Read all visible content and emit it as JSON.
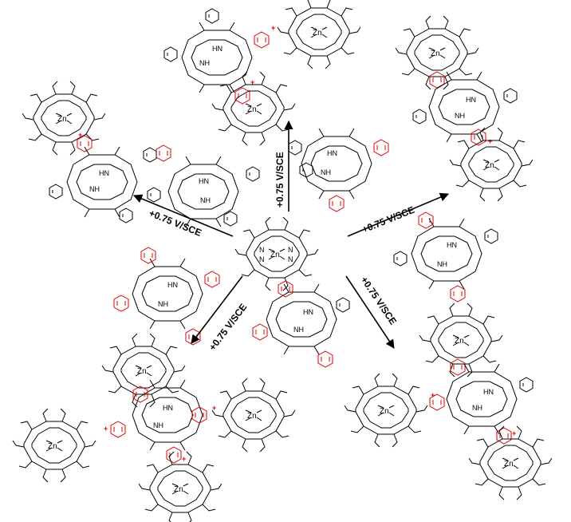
{
  "labels": {
    "zn": "Zn",
    "n": "N",
    "hn": "HN",
    "nh": "NH",
    "plus": "+"
  },
  "arrows": [
    {
      "id": "up",
      "label": "+0.75 V/SCE"
    },
    {
      "id": "upper-left",
      "label": "+0.75 V/SCE"
    },
    {
      "id": "upper-right",
      "label": "+0.75 V/SCE"
    },
    {
      "id": "lower-left",
      "label": "+0.75 V/SCE"
    },
    {
      "id": "lower-right",
      "label": "+0.75 V/SCE"
    }
  ],
  "colors": {
    "bond": "#000000",
    "pyridinium": "#e00000"
  }
}
